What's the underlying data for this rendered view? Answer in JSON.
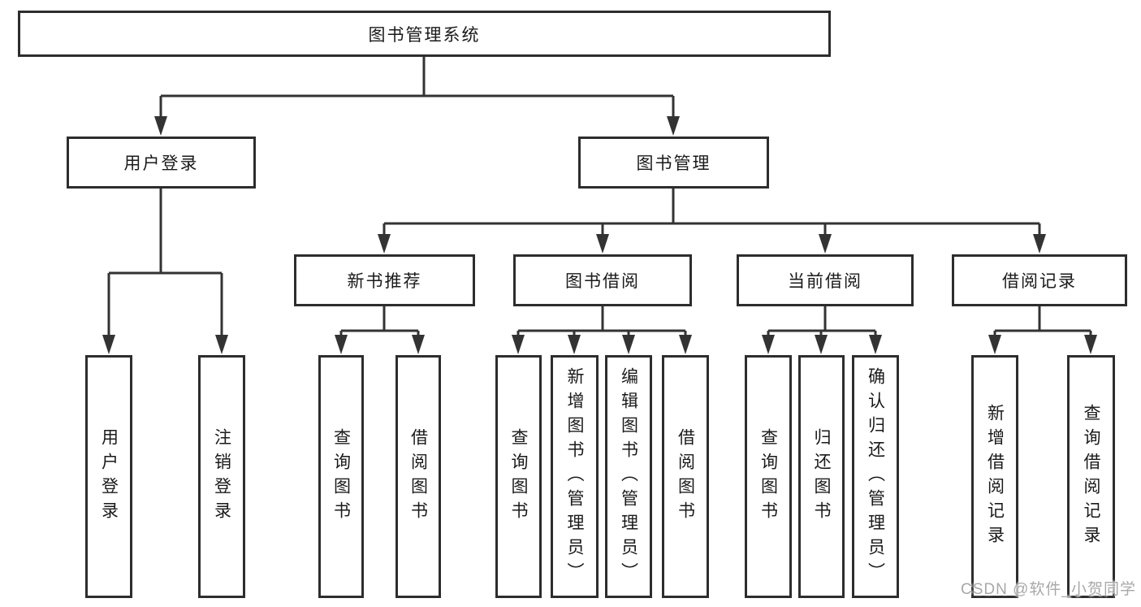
{
  "tree": {
    "root": "图书管理系统",
    "user_login": {
      "label": "用户登录",
      "leaves": [
        "用户登录",
        "注销登录"
      ]
    },
    "book_mgmt": {
      "label": "图书管理",
      "groups": [
        {
          "label": "新书推荐",
          "leaves": [
            "查询图书",
            "借阅图书"
          ]
        },
        {
          "label": "图书借阅",
          "leaves": [
            "查询图书",
            "新增图书（管理员）",
            "编辑图书（管理员）",
            "借阅图书"
          ]
        },
        {
          "label": "当前借阅",
          "leaves": [
            "查询图书",
            "归还图书",
            "确认归还（管理员）"
          ]
        },
        {
          "label": "借阅记录",
          "leaves": [
            "新增借阅记录",
            "查询借阅记录"
          ]
        }
      ]
    }
  },
  "watermark": "CSDN @软件_小贺同学",
  "colors": {
    "line": "#333333",
    "box_border": "#2d2d2d",
    "box_fill": "#ffffff",
    "text": "#1a1a1a",
    "watermark": "#a8a8a8"
  }
}
